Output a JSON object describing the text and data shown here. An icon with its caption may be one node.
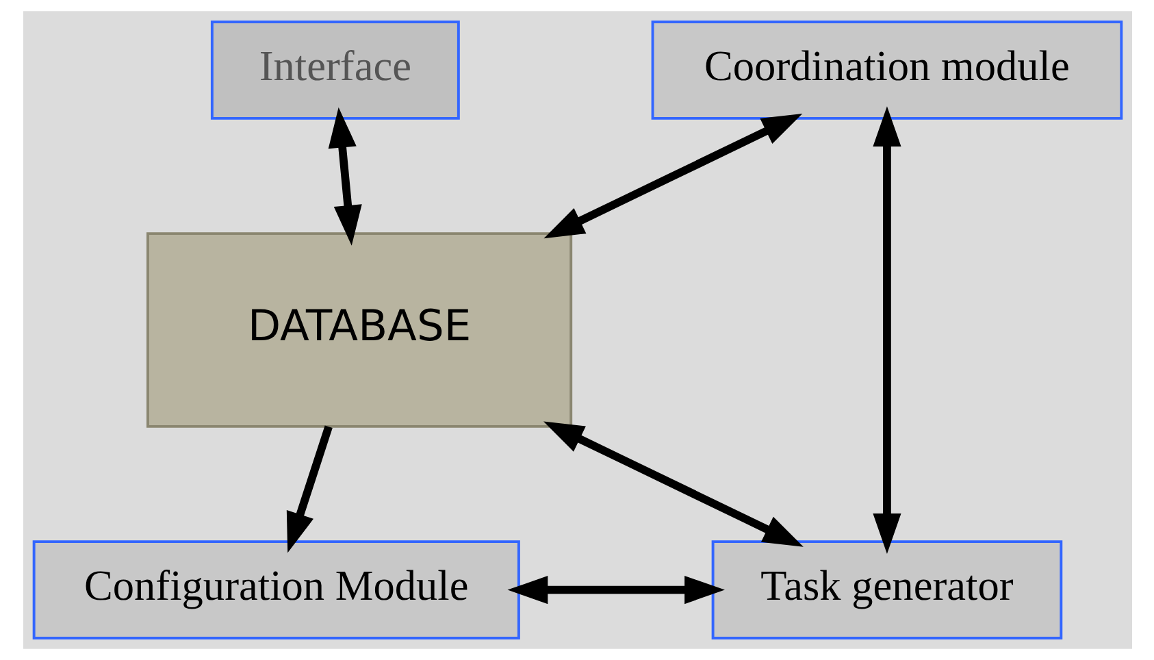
{
  "diagram": {
    "nodes": [
      {
        "text": [
          "Coordination module"
        ]
      },
      {
        "text": [
          "Interface"
        ]
      },
      {
        "text": [
          "DATABASE"
        ]
      },
      {
        "text": [
          "Configuration Module"
        ]
      },
      {
        "text": [
          "Task generator"
        ]
      }
    ],
    "edges": [
      {
        "from": 0,
        "to": 2,
        "arrow": "both"
      },
      {
        "from": 1,
        "to": 2,
        "arrow": "both"
      },
      {
        "from": 2,
        "to": 3,
        "arrow": "to"
      },
      {
        "from": 2,
        "to": 4,
        "arrow": "both"
      },
      {
        "from": 3,
        "to": 4,
        "arrow": "both"
      },
      {
        "from": 0,
        "to": 4,
        "arrow": "both"
      }
    ]
  }
}
